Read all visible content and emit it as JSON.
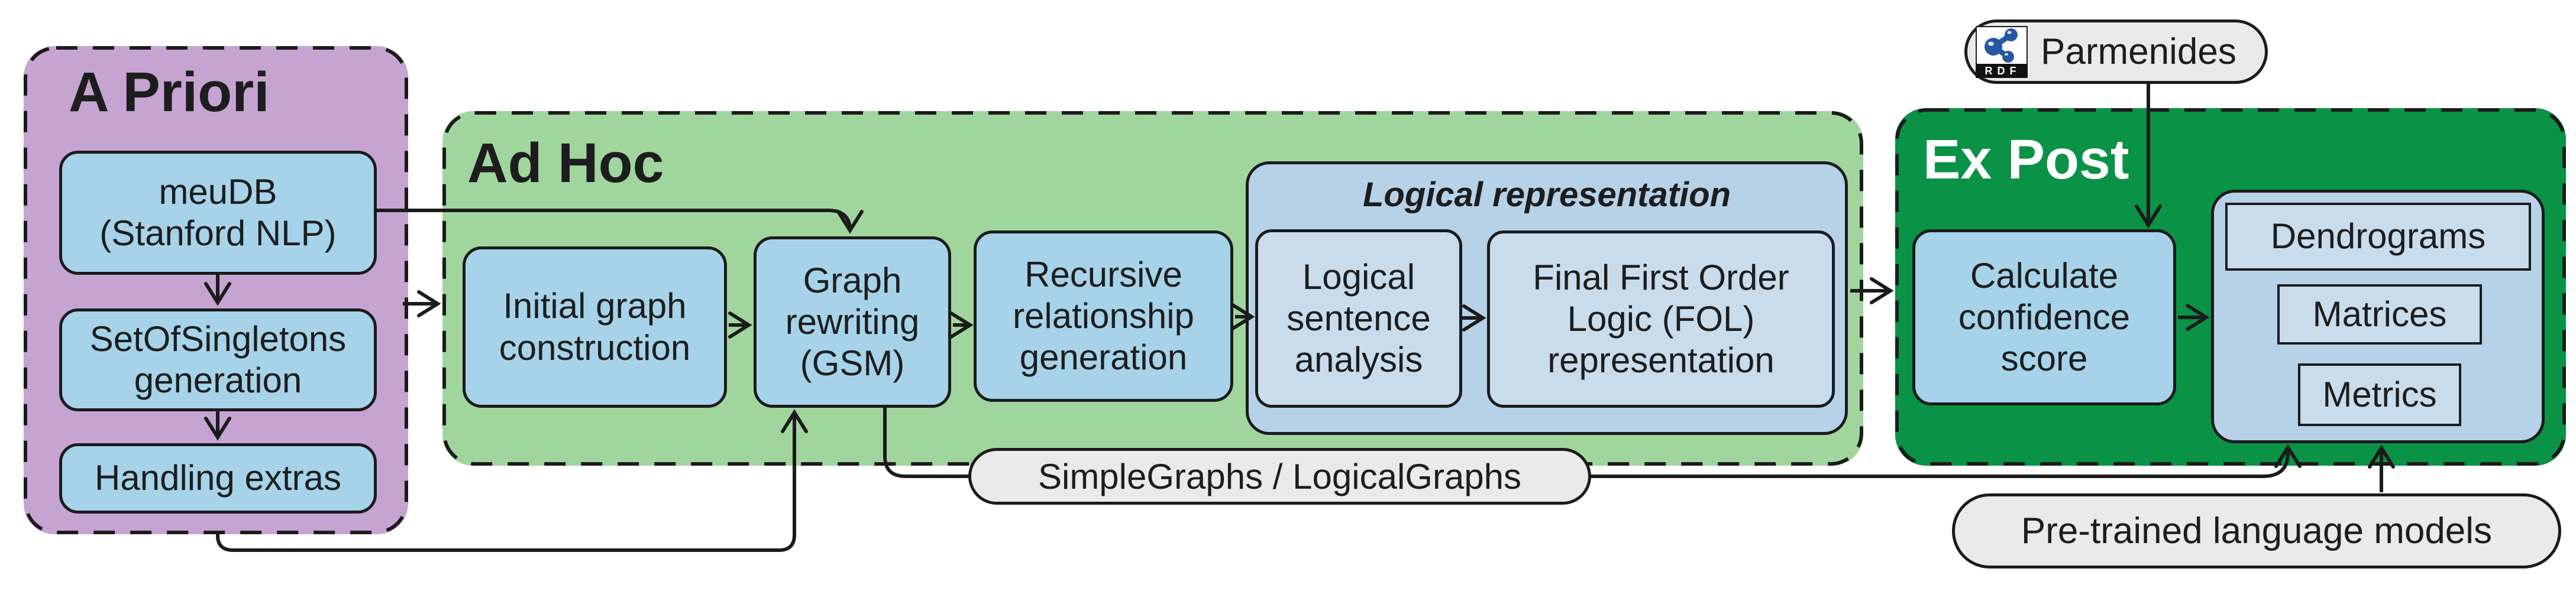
{
  "figure": {
    "type": "pipeline-flow-diagram",
    "phases": [
      "A Priori",
      "Ad Hoc",
      "Ex Post"
    ]
  },
  "palette": {
    "a_priori_fill": "#c5a4d2",
    "ad_hoc_fill": "#a0d69e",
    "ex_post_fill": "#0a9246",
    "process_box_fill": "#a6d3e9",
    "container_fill": "#b6d2e9",
    "sub_box_fill": "#c9dcec",
    "pill_fill": "#eaeaea",
    "line_color": "#1b1b1b",
    "rdf_blue": "#2857a4",
    "ex_post_title_color": "#ffffff"
  },
  "groups": {
    "a_priori": {
      "title": "A Priori"
    },
    "ad_hoc": {
      "title": "Ad Hoc"
    },
    "ex_post": {
      "title": "Ex Post"
    }
  },
  "a_priori": {
    "meudb": "meuDB\n(Stanford NLP)",
    "set_of_singletons": "SetOfSingletons\ngeneration",
    "handling_extras": "Handling extras"
  },
  "ad_hoc": {
    "initial_graph": "Initial graph\nconstruction",
    "graph_rewriting": "Graph\nrewriting\n(GSM)",
    "recursive_relationship": "Recursive\nrelationship\ngeneration",
    "logical_representation": {
      "title": "Logical representation",
      "logical_sentence_analysis": "Logical\nsentence\nanalysis",
      "fol_representation": "Final First Order\nLogic (FOL)\nrepresentation"
    }
  },
  "ex_post": {
    "calculate_confidence": "Calculate\nconfidence\nscore",
    "outputs": [
      "Dendrograms",
      "Matrices",
      "Metrics"
    ]
  },
  "externals": {
    "parmenides_label": "Parmenides",
    "rdf_logo_label": "RDF",
    "simplegraphs_label": "SimpleGraphs / LogicalGraphs",
    "pretrained_label": "Pre-trained language models"
  }
}
